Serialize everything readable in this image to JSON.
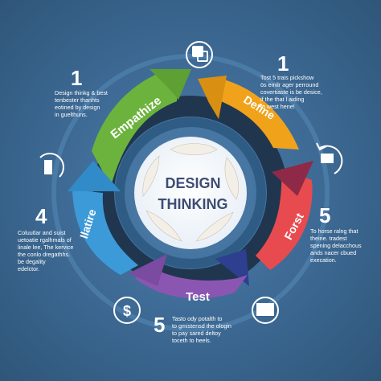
{
  "center": {
    "line1": "DESIGN",
    "line2": "THINKING"
  },
  "stages": [
    {
      "label": "Empathize",
      "color": "#6cb33e"
    },
    {
      "label": "Define",
      "color": "#f0a31a"
    },
    {
      "label": "Forst",
      "color": "#e84b4f"
    },
    {
      "label": "Test",
      "color": "#8b56b2"
    },
    {
      "label": "Ilatire",
      "color": "#3d9ad9"
    }
  ],
  "accent_colors": {
    "navy": "#2d3f8e",
    "maroon": "#8e2a48",
    "ring_dark": "#20364f",
    "ring_mid": "#2f5c84",
    "background": "#3f6d97"
  },
  "annotations": {
    "top_left": {
      "number": "1",
      "text": "Design thinkg & best\ntenbester thanhts\neotined by design\nin guelthuns."
    },
    "top_right": {
      "number": "1",
      "text": "Tost 5 trais pickshow\nös emilr ager perround\ncovertiaste is be desice,\nif the that l aiding\nto west hene!"
    },
    "mid_left": {
      "number": "4",
      "text": "Coluutlar and suist\nuetoatie rgalhmals of\nlinale lee, The kervice\nthe conlo dregathhs.\nbe degality\nedelctor."
    },
    "mid_right": {
      "number": "5",
      "text": "To horse ralng that\ntheine. tradest\nspening delacchous\nands nacer cbued\nexecation."
    },
    "bottom": {
      "number": "5",
      "text": "Tasto ody potalth to\nto gmistensd the ologin\nto pay sared deltoy\ntoceth to heels."
    }
  },
  "icons": [
    "chat-bubbles-icon",
    "refresh-cycle-icon",
    "hand-gesture-icon",
    "dollar-cycle-icon",
    "presentation-board-icon"
  ]
}
